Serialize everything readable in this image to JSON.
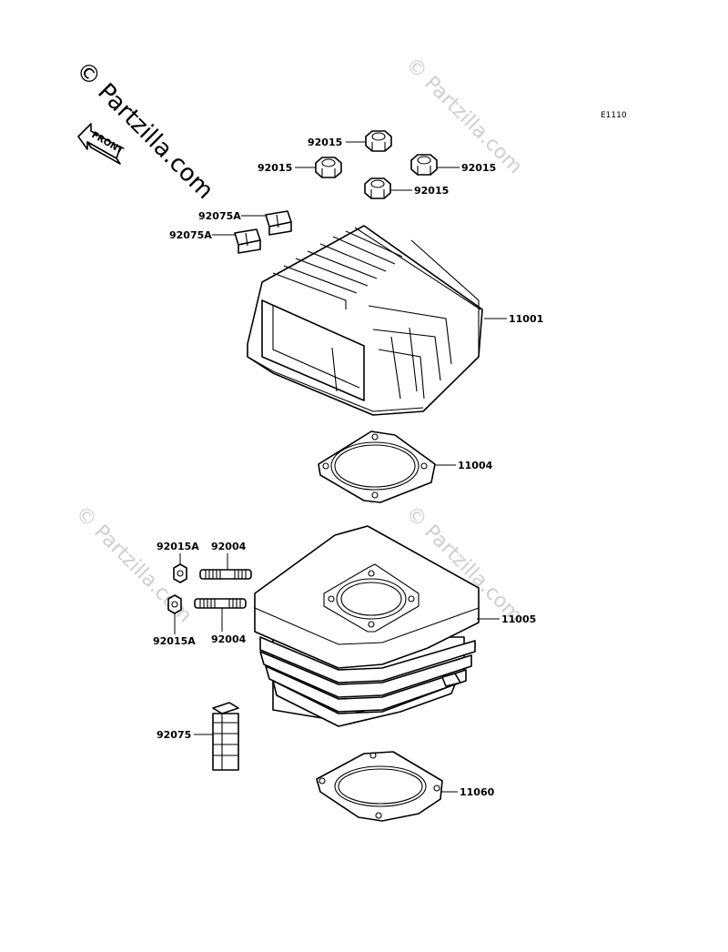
{
  "diagram": {
    "diagram_code": "E1110",
    "front_label": "FRONT",
    "watermark": "© Partzilla.com",
    "parts": {
      "cap_nut_top": "92015",
      "cap_nut_left": "92015",
      "cap_nut_right": "92015",
      "cap_nut_bottom": "92015",
      "damper_a_upper": "92075A",
      "damper_a_lower": "92075A",
      "cylinder_head": "11001",
      "head_gasket": "11004",
      "nut_a_upper": "92015A",
      "stud_upper": "92004",
      "nut_a_lower": "92015A",
      "stud_lower": "92004",
      "cylinder": "11005",
      "damper": "92075",
      "base_gasket": "11060"
    }
  }
}
